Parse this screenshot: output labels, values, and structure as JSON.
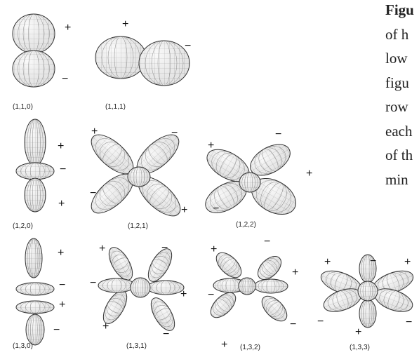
{
  "caption": {
    "lines": [
      "Figu",
      "of h",
      "low",
      "figu",
      "row",
      "each",
      "of th",
      "min"
    ]
  },
  "orbitals": [
    {
      "label": "(1,1,0)",
      "signs": [
        "+",
        "−"
      ]
    },
    {
      "label": "(1,1,1)",
      "signs": [
        "+",
        "−"
      ]
    },
    {
      "label": "(1,2,0)",
      "signs": [
        "+",
        "−",
        "+"
      ]
    },
    {
      "label": "(1,2,1)",
      "signs": [
        "+",
        "−",
        "−",
        "+"
      ]
    },
    {
      "label": "(1,2,2)",
      "signs": [
        "+",
        "−",
        "+",
        "−"
      ]
    },
    {
      "label": "(1,3,0)",
      "signs": [
        "+",
        "−",
        "+",
        "−"
      ]
    },
    {
      "label": "(1,3,1)",
      "signs": [
        "+",
        "−",
        "−",
        "+",
        "+",
        "−"
      ]
    },
    {
      "label": "(1,3,2)",
      "signs": [
        "+",
        "−",
        "+",
        "−",
        "+",
        "−"
      ]
    },
    {
      "label": "(1,3,3)",
      "signs": [
        "+",
        "−",
        "+",
        "−",
        "+",
        "−"
      ]
    }
  ],
  "colors": {
    "lobe_fill": "#f3f3f3",
    "mesh": "#6a6a6a",
    "outline": "#333333"
  }
}
